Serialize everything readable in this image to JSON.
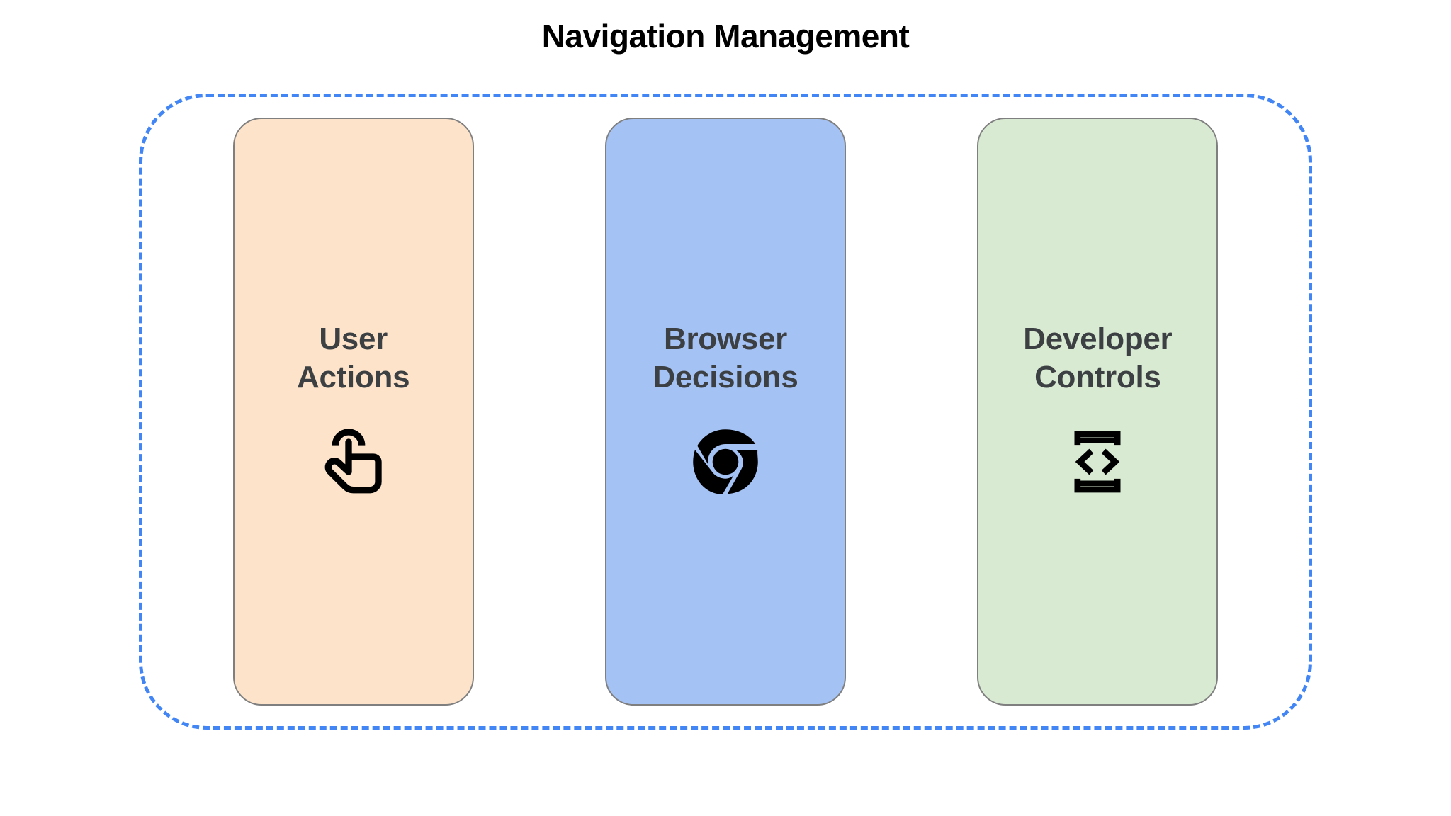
{
  "diagram": {
    "title": "Navigation Management",
    "container": {
      "border_style": "dashed",
      "border_color": "#4285f4"
    },
    "cards": [
      {
        "label": "User\nActions",
        "icon": "touch-gesture-icon",
        "background": "#fce3ca",
        "text_color": "#3c4043"
      },
      {
        "label": "Browser\nDecisions",
        "icon": "chrome-logo-icon",
        "background": "#a4c2f4",
        "text_color": "#3c4043"
      },
      {
        "label": "Developer\nControls",
        "icon": "developer-mode-icon",
        "background": "#d9ead3",
        "text_color": "#3c4043"
      }
    ]
  }
}
